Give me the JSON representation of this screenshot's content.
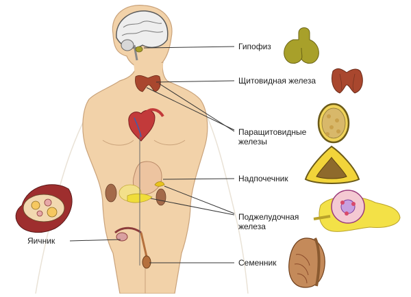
{
  "labels": {
    "pituitary": "Гипофиз",
    "thyroid": "Щитовидная железа",
    "parathyroid": "Паращитовидные железы",
    "adrenal": "Надпочечник",
    "pancreas": "Поджелудочная железа",
    "testis": "Семенник",
    "ovary": "Яичник"
  },
  "colors": {
    "skin": "#F2D2A9",
    "skin_edge": "#C9A27A",
    "leader_line": "#333333",
    "thyroid": "#A9472E",
    "pituitary": "#A8A02A",
    "parathyroid": "#B79A2C",
    "adrenal": "#E8C31E",
    "pancreas": "#F0DD3A",
    "testis": "#B5703D",
    "ovary_frame": "#9E2E2E"
  }
}
